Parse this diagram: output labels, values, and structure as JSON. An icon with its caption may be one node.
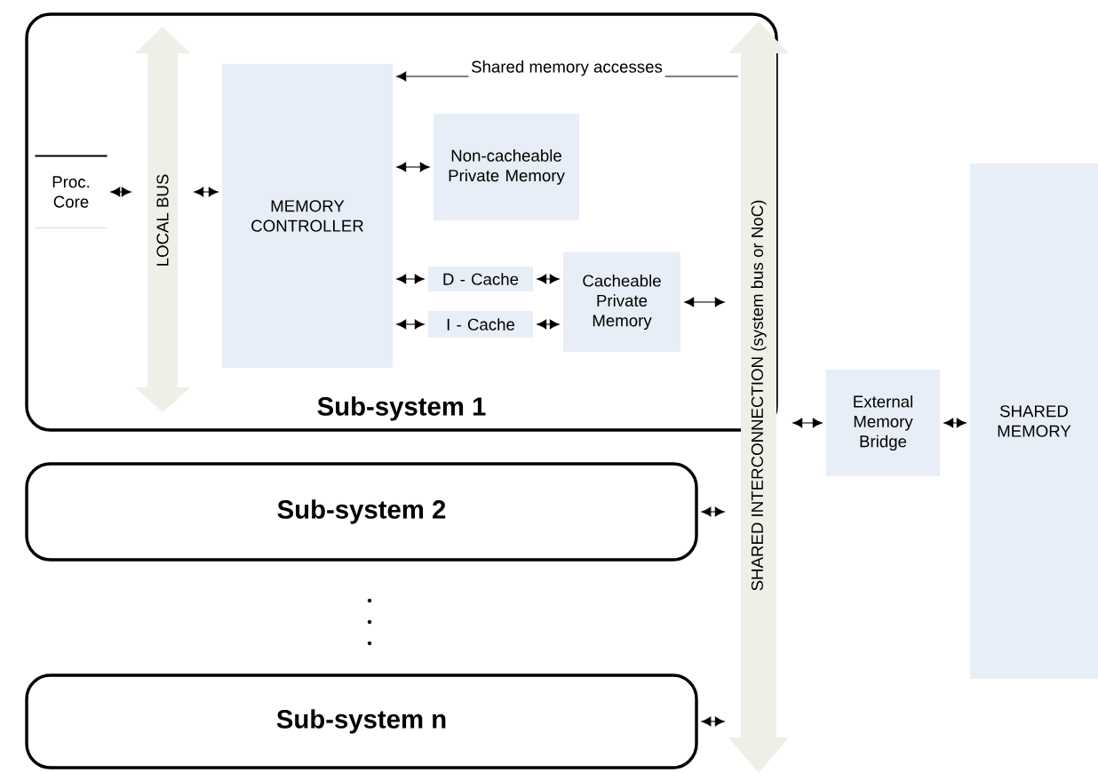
{
  "diagram": {
    "nodes": [
      {
        "text": [
          "Sub-system 1"
        ]
      },
      {
        "text": [
          "Proc. Core"
        ],
        "in": 0
      },
      {
        "text": [
          "LOCAL BUS"
        ],
        "in": 0
      },
      {
        "text": [
          "MEMORY CONTROLLER"
        ],
        "in": 0
      },
      {
        "text": [
          "Non-cacheable Private Memory"
        ],
        "in": 0
      },
      {
        "text": [
          "D - Cache"
        ],
        "in": 0
      },
      {
        "text": [
          "I - Cache"
        ],
        "in": 0
      },
      {
        "text": [
          "Cacheable Private Memory"
        ],
        "in": 0
      },
      {
        "text": [
          "SHARED INTERCONNECTION (system bus or NoC)"
        ]
      },
      {
        "text": [
          "External Memory Bridge"
        ]
      },
      {
        "text": [
          "SHARED MEMORY"
        ]
      },
      {
        "text": [
          "Sub-system 2"
        ]
      },
      {
        "text": [
          "Sub-system n"
        ]
      }
    ],
    "edges": [
      {
        "from": 1,
        "to": 2,
        "arrow": "both"
      },
      {
        "from": 2,
        "to": 3,
        "arrow": "both"
      },
      {
        "from": 3,
        "to": 4,
        "arrow": "both"
      },
      {
        "from": 3,
        "to": 5,
        "arrow": "both"
      },
      {
        "from": 3,
        "to": 6,
        "arrow": "both"
      },
      {
        "from": 5,
        "to": 7,
        "arrow": "both"
      },
      {
        "from": 6,
        "to": 7,
        "arrow": "both"
      },
      {
        "from": 7,
        "to": 8,
        "arrow": "both"
      },
      {
        "from": 8,
        "to": 3,
        "arrow": "to",
        "label": "Shared memory accesses"
      },
      {
        "from": 8,
        "to": 9,
        "arrow": "both"
      },
      {
        "from": 9,
        "to": 10,
        "arrow": "both"
      },
      {
        "from": 11,
        "to": 8,
        "arrow": "both"
      },
      {
        "from": 12,
        "to": 8,
        "arrow": "both"
      }
    ]
  }
}
